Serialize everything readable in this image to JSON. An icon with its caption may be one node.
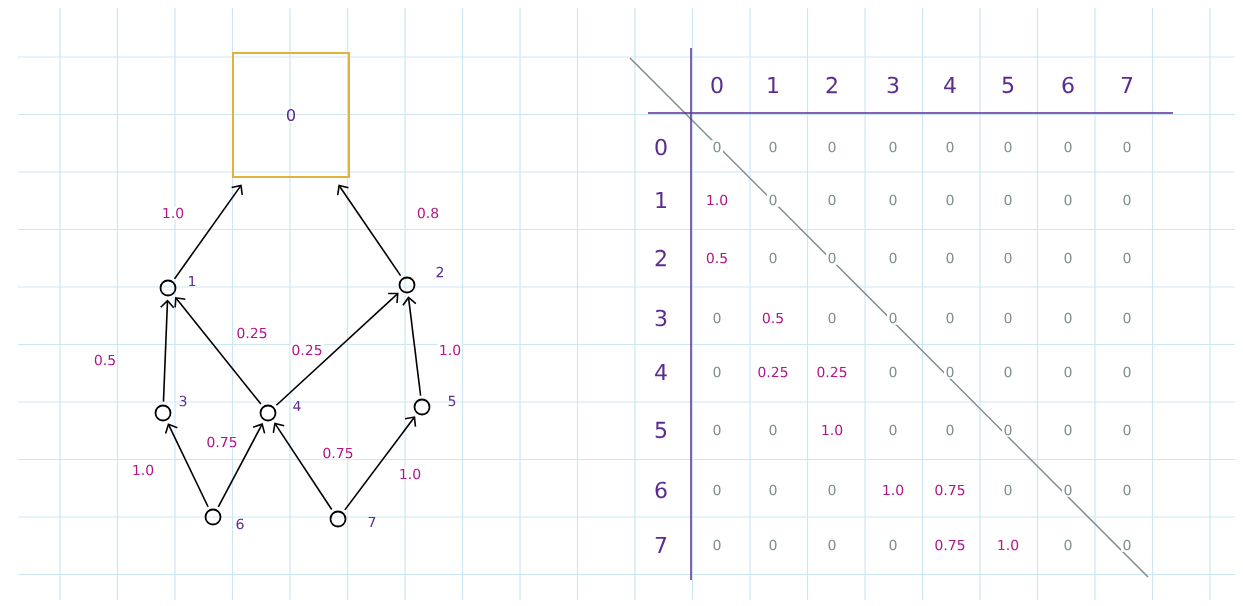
{
  "diagram": {
    "nodes": [
      {
        "text": [
          "0"
        ]
      },
      {
        "text": [],
        "shape": "circle",
        "beside": [
          "1"
        ]
      },
      {
        "text": [],
        "shape": "circle",
        "beside": [
          "2"
        ]
      },
      {
        "text": [],
        "shape": "circle",
        "beside": [
          "3"
        ]
      },
      {
        "text": [],
        "shape": "circle",
        "beside": [
          "4"
        ]
      },
      {
        "text": [],
        "shape": "circle",
        "beside": [
          "5"
        ]
      },
      {
        "text": [],
        "shape": "circle",
        "beside": [
          "6"
        ]
      },
      {
        "text": [],
        "shape": "circle",
        "beside": [
          "7"
        ]
      }
    ],
    "edges": [
      {
        "from": 1,
        "to": 0,
        "arrow": "to",
        "label": "1.0"
      },
      {
        "from": 2,
        "to": 0,
        "arrow": "to",
        "label": "0.8"
      },
      {
        "from": 3,
        "to": 1,
        "arrow": "to",
        "label": "0.5"
      },
      {
        "from": 4,
        "to": 1,
        "arrow": "to",
        "label": "0.25"
      },
      {
        "from": 4,
        "to": 2,
        "arrow": "to",
        "label": "0.25"
      },
      {
        "from": 5,
        "to": 2,
        "arrow": "to",
        "label": "1.0"
      },
      {
        "from": 6,
        "to": 3,
        "arrow": "to",
        "label": "1.0"
      },
      {
        "from": 6,
        "to": 4,
        "arrow": "to",
        "label": "0.75"
      },
      {
        "from": 7,
        "to": 4,
        "arrow": "to",
        "label": "0.75"
      },
      {
        "from": 7,
        "to": 5,
        "arrow": "to",
        "label": "1.0"
      }
    ],
    "labels": [
      "0",
      "1",
      "2",
      "3",
      "4",
      "5",
      "6",
      "7",
      "0",
      "0",
      "0",
      "0",
      "0",
      "0",
      "0",
      "0",
      "0",
      "1",
      "1.0",
      "0",
      "0",
      "0",
      "0",
      "0",
      "0",
      "0",
      "2",
      "0.5",
      "0",
      "0",
      "0",
      "0",
      "0",
      "0",
      "0",
      "3",
      "0",
      "0.5",
      "0",
      "0",
      "0",
      "0",
      "0",
      "0",
      "4",
      "0",
      "0.25",
      "0.25",
      "0",
      "0",
      "0",
      "0",
      "0",
      "5",
      "0",
      "0",
      "1.0",
      "0",
      "0",
      "0",
      "0",
      "0",
      "6",
      "0",
      "0",
      "0",
      "1.0",
      "0.75",
      "0",
      "0",
      "0",
      "7",
      "0",
      "0",
      "0",
      "0",
      "0.75",
      "1.0",
      "0",
      "0"
    ]
  }
}
